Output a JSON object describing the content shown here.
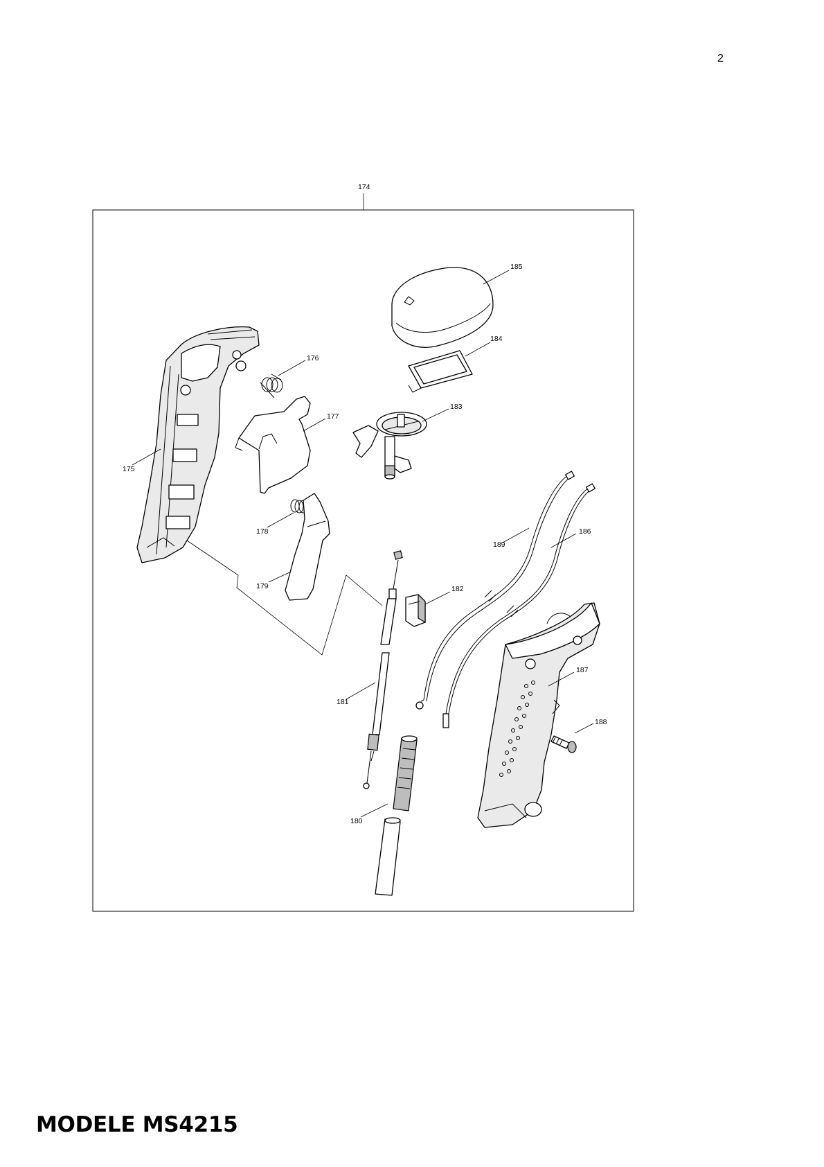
{
  "page": {
    "number": "2"
  },
  "title": "MODELE MS4215",
  "diagram": {
    "assembly_label": "174",
    "callouts": {
      "p175": "175",
      "p176": "176",
      "p177": "177",
      "p178": "178",
      "p179": "179",
      "p180": "180",
      "p181": "181",
      "p182": "182",
      "p183": "183",
      "p184": "184",
      "p185": "185",
      "p186": "186",
      "p187": "187",
      "p188": "188",
      "p189": "189"
    }
  }
}
